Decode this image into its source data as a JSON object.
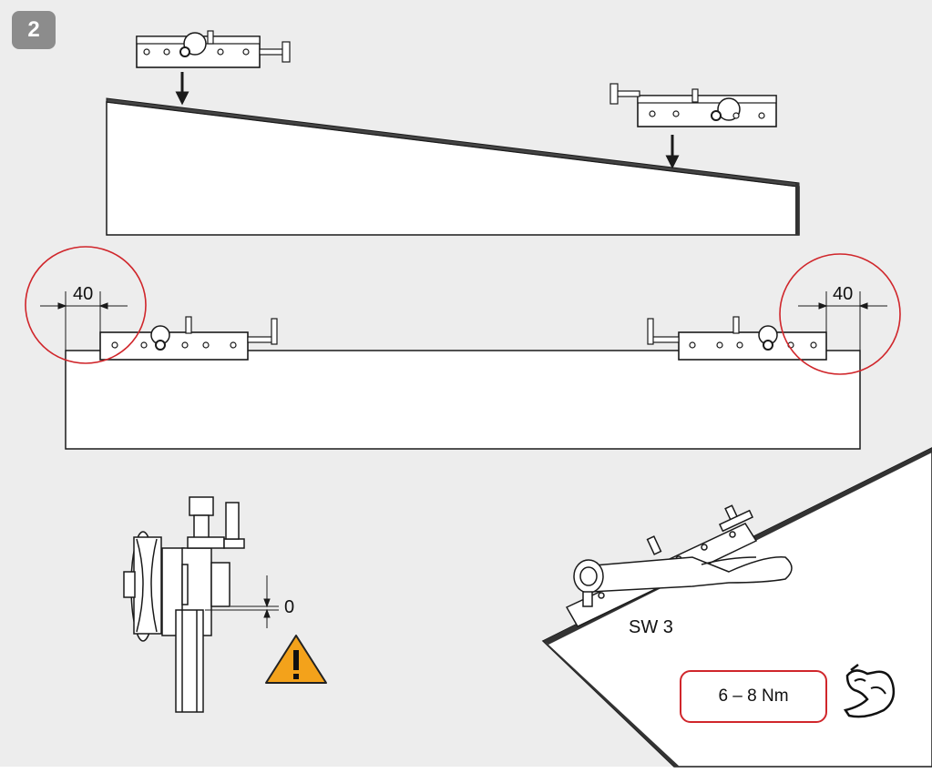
{
  "step": {
    "number": "2"
  },
  "dimensions": {
    "left_offset": "40",
    "right_offset": "40",
    "gap_value": "0"
  },
  "tool": {
    "wrench_size": "SW 3"
  },
  "torque": {
    "value": "6 – 8 Nm"
  },
  "icons": [
    "warning-triangle-icon",
    "muscle-arm-icon",
    "down-arrow-icon"
  ],
  "colors": {
    "background": "#ededed",
    "badge": "#8c8c8c",
    "circle": "#d0262b",
    "warning": "#f3a21b",
    "line": "#1a1a1a"
  }
}
